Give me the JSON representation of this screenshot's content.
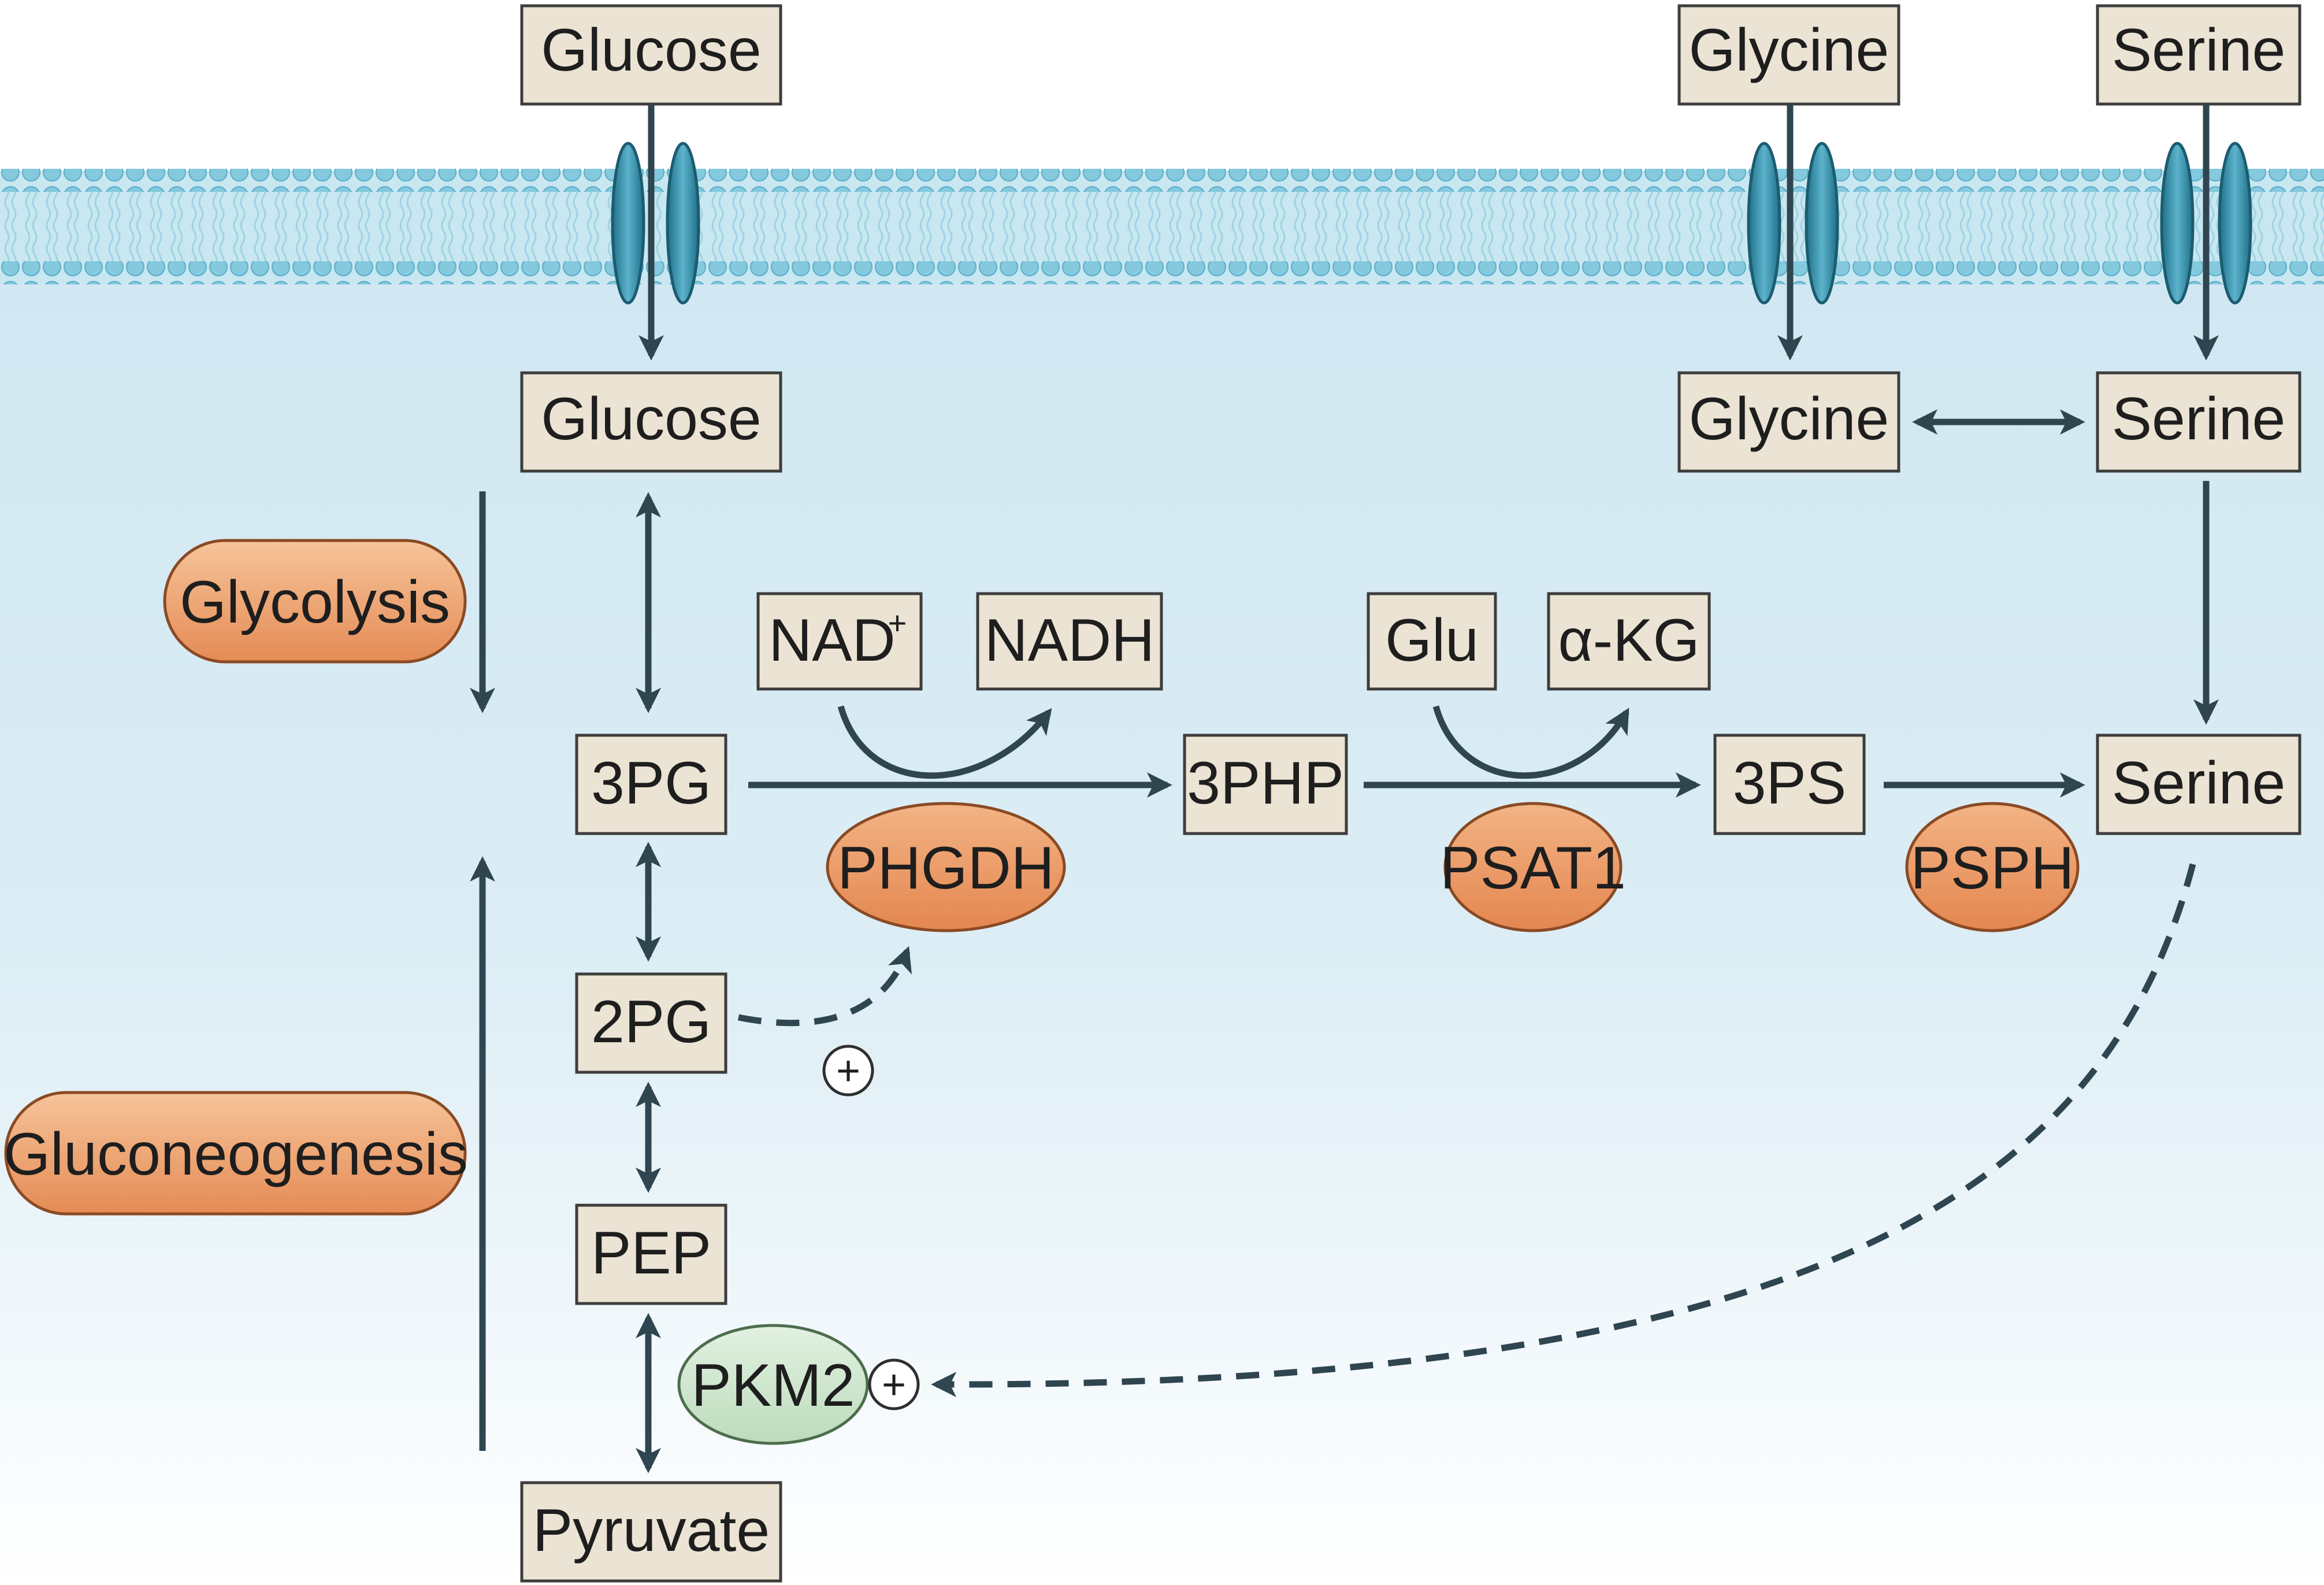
{
  "nodes": {
    "glucose_out": "Glucose",
    "glycine_out": "Glycine",
    "serine_out": "Serine",
    "glucose_in": "Glucose",
    "glycine_in": "Glycine",
    "serine_in": "Serine",
    "pg3": "3PG",
    "nad": "NAD",
    "nad_sup": "+",
    "nadh": "NADH",
    "php3": "3PHP",
    "glu": "Glu",
    "akg": "α-KG",
    "ps3": "3PS",
    "serine_syn": "Serine",
    "pg2": "2PG",
    "pep": "PEP",
    "pyruvate": "Pyruvate"
  },
  "enzymes": {
    "phgdh": "PHGDH",
    "psat1": "PSAT1",
    "psph": "PSPH",
    "pkm2": "PKM2"
  },
  "processes": {
    "glycolysis": "Glycolysis",
    "gluconeogenesis": "Gluconeogenesis"
  },
  "activation_symbol": "+",
  "colors": {
    "box_fill": "#ebe3d3",
    "box_stroke": "#3d3d3d",
    "enzyme_fill": "#ea9460",
    "enzyme_light": "#f2b789",
    "enzyme_stroke": "#8a4a24",
    "pkm2_fill": "#cfe8cf",
    "pkm2_stroke": "#4d6d4d",
    "arrow": "#2f4550",
    "membrane_head": "#7ec6dc",
    "membrane_band": "#c6e6f0",
    "transporter": "#2e8aa6",
    "cytosol_top": "#cfe7f1",
    "cytosol_bottom": "#ffffff"
  }
}
